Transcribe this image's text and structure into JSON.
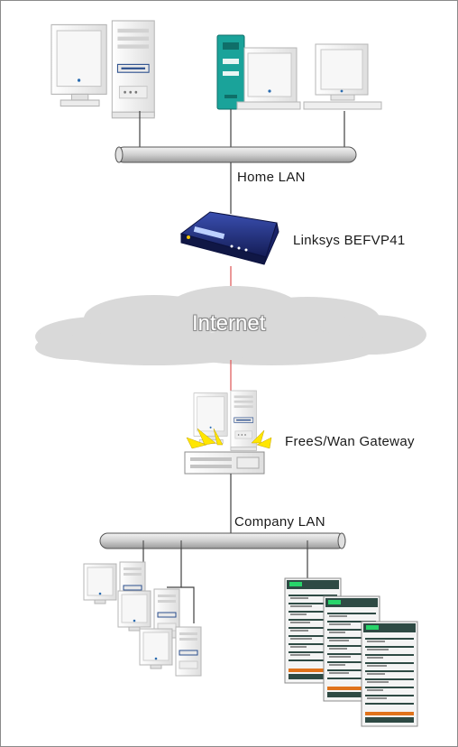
{
  "labels": {
    "home_lan": "Home LAN",
    "router": "Linksys BEFVP41",
    "internet": "Internet",
    "gateway": "FreeS/Wan Gateway",
    "company_lan": "Company LAN"
  },
  "colors": {
    "internet_link": "#e06060",
    "wire": "#404040",
    "router_blue": "#1f2f8c",
    "teal_device": "#1aa39a",
    "cloud": "#d9d9d9",
    "server_header": "#2e4a44"
  },
  "icons": {
    "home_devices": [
      "desktop-computer-icon",
      "desktop-computer-icon",
      "teal-tower-icon",
      "desktop-computer-icon",
      "monitor-icon"
    ],
    "router": "router-icon",
    "cloud": "internet-cloud-icon",
    "gateway": "gateway-server-icon",
    "company_devices": [
      "desktop-computer-icon",
      "desktop-computer-icon",
      "desktop-computer-icon"
    ],
    "servers": [
      "server-rack-icon",
      "server-rack-icon",
      "server-rack-icon"
    ]
  }
}
